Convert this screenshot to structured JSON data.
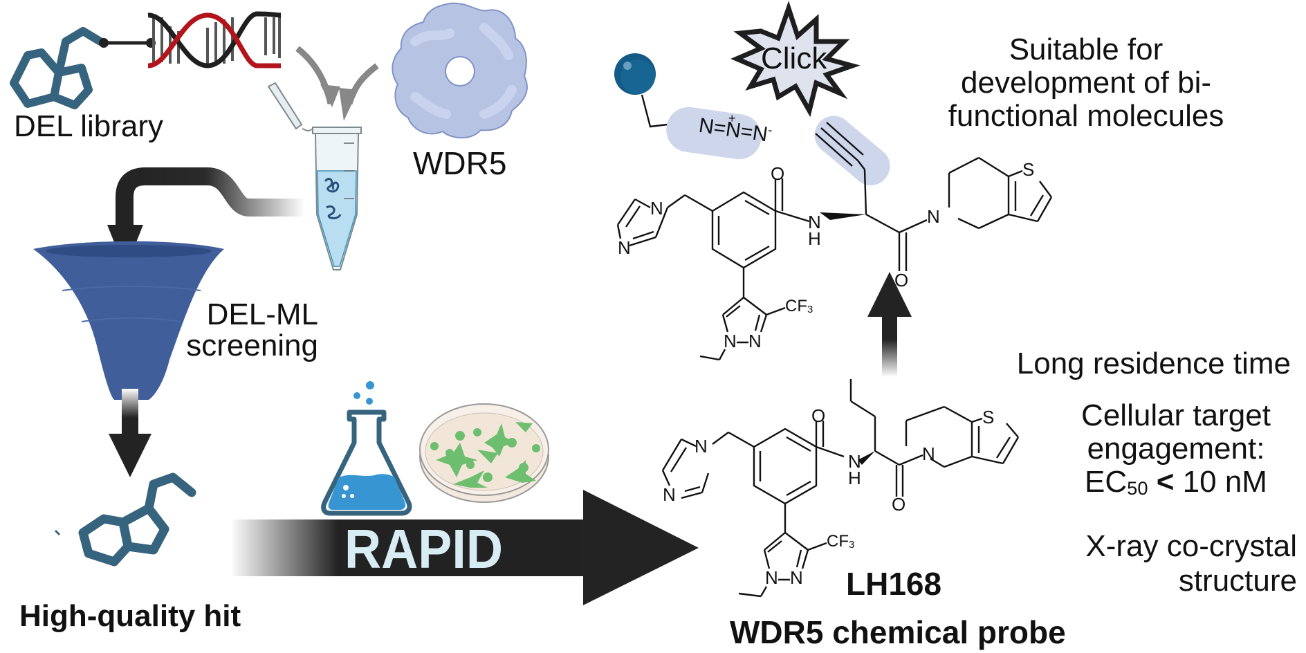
{
  "labels": {
    "del_library": "DEL library",
    "wdr5": "WDR5",
    "del_ml_line1": "DEL-ML",
    "del_ml_line2": "screening",
    "high_quality_hit": "High-quality hit",
    "rapid": "RAPID",
    "click": "Click",
    "compound_name": "LH168",
    "probe_title": "WDR5 chemical probe"
  },
  "properties": {
    "bifunctional": [
      "Suitable for",
      "development of bi-",
      "functional molecules"
    ],
    "residence": "Long residence time",
    "cellular": [
      "Cellular target",
      "engagement:"
    ],
    "ec50_prefix": "EC",
    "ec50_sub": "50",
    "ec50_op": "<",
    "ec50_value": "10 nM",
    "xray": [
      "X-ray co-crystal",
      "structure"
    ]
  },
  "chem_labels": {
    "N": "N",
    "H": "H",
    "O": "O",
    "S": "S",
    "CF3": "CF",
    "CF3_sub": "3",
    "azide": "N=N=N",
    "azide_plus": "+",
    "azide_minus": "-"
  },
  "colors": {
    "hit_molecule": "#36647e",
    "funnel": "#3f5e9a",
    "protein": "#b7c3e3",
    "bead": "#135a86",
    "rapid_text": "#d8ecf4",
    "arrow": "#232323",
    "dna_red": "#b3141b",
    "flask_liquid": "#3795d2",
    "cells": "#6dbe6f",
    "highlight": "#cdd6ea"
  }
}
